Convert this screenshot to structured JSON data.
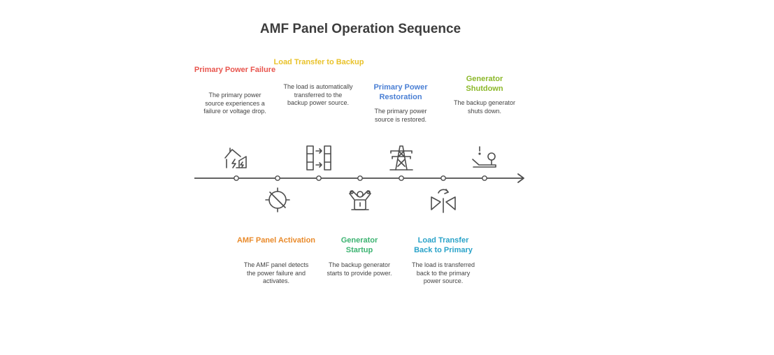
{
  "title": "AMF Panel Operation Sequence",
  "steps": [
    {
      "id": "primary-power-failure",
      "title": "Primary Power Failure",
      "desc": "The primary power source experiences a failure or voltage drop.",
      "color": "#e8554e",
      "icon": "house-lightning-icon"
    },
    {
      "id": "amf-panel-activation",
      "title": "AMF Panel Activation",
      "desc": "The AMF panel detects the power failure and activates.",
      "color": "#e98a2a",
      "icon": "disabled-target-icon"
    },
    {
      "id": "load-transfer-to-backup",
      "title": "Load Transfer to Backup",
      "desc": "The load is automatically transferred to the backup power source.",
      "color": "#e9c22a",
      "icon": "transfer-columns-icon"
    },
    {
      "id": "generator-startup",
      "title": "Generator Startup",
      "desc": "The backup generator starts to provide power.",
      "color": "#3cb371",
      "icon": "engine-icon"
    },
    {
      "id": "primary-power-restoration",
      "title": "Primary Power Restoration",
      "desc": "The primary power source is restored.",
      "color": "#4a7fd4",
      "icon": "power-tower-icon"
    },
    {
      "id": "load-transfer-back-to-primary",
      "title": "Load Transfer Back to Primary",
      "desc": "The load is transferred back to the primary power source.",
      "color": "#2aa3c9",
      "icon": "flip-arrow-icon"
    },
    {
      "id": "generator-shutdown",
      "title": "Generator Shutdown",
      "desc": "The backup generator shuts down.",
      "color": "#8cb82a",
      "icon": "shutdown-lever-icon"
    }
  ]
}
